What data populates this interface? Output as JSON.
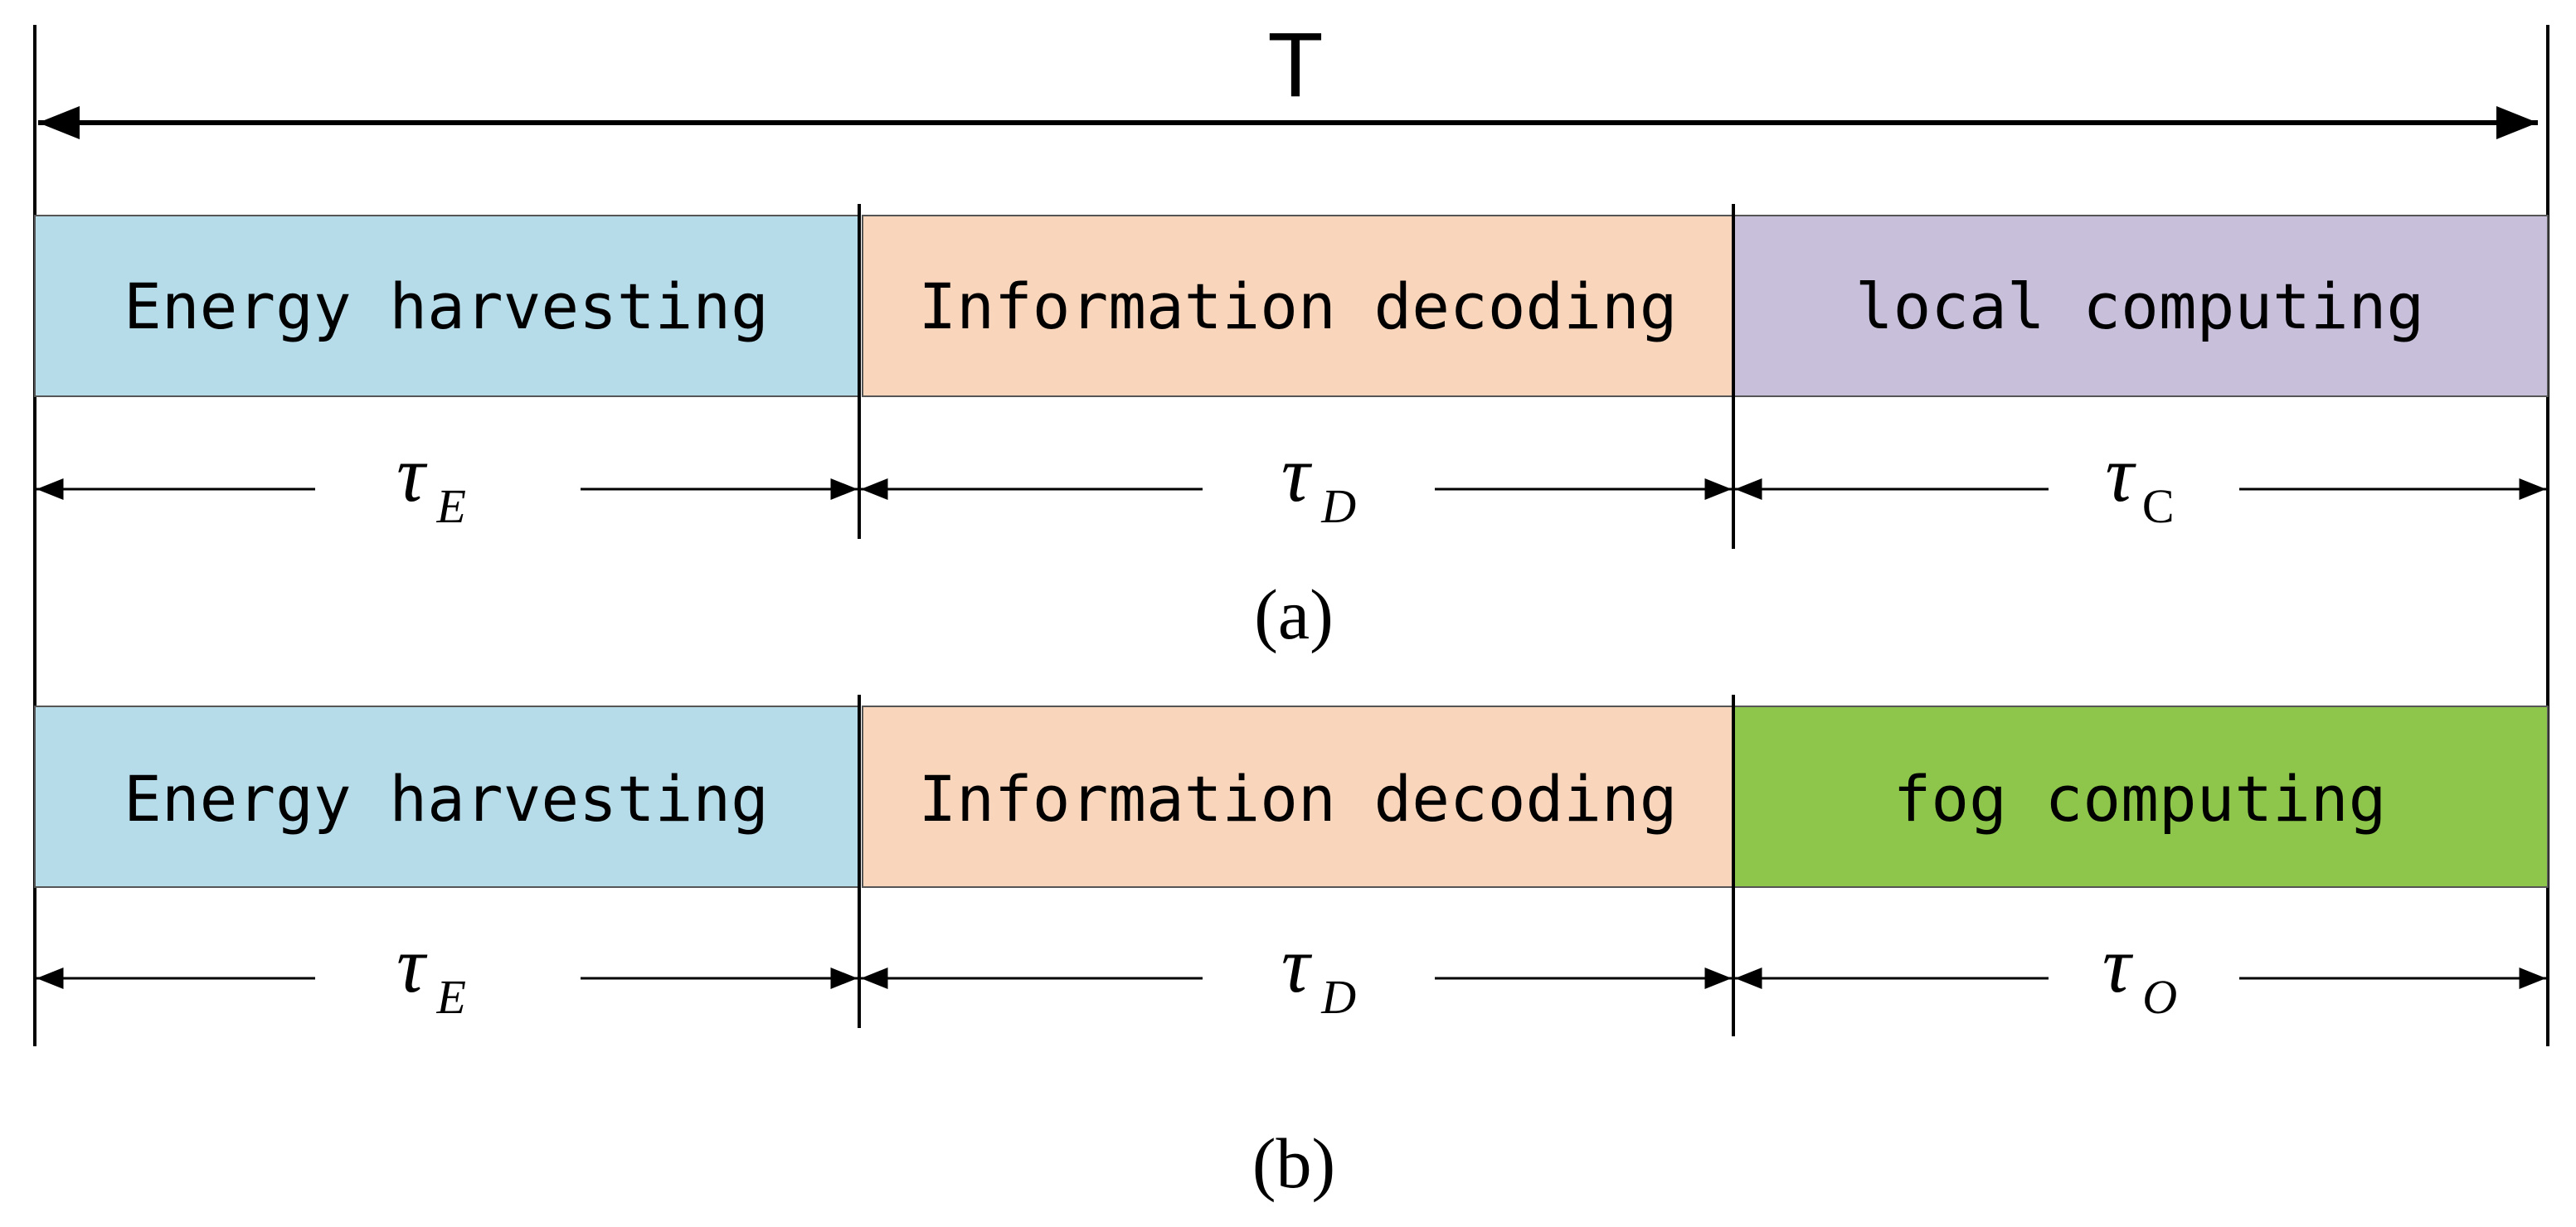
{
  "total_period": {
    "label": "T"
  },
  "diagrams": [
    {
      "caption": "(a)",
      "blocks": [
        {
          "label": "Energy harvesting",
          "color": "#b6dcea"
        },
        {
          "label": "Information decoding",
          "color": "#f9d5bc"
        },
        {
          "label": "local computing",
          "color": "#c8bfdb"
        }
      ],
      "durations": [
        {
          "symbol": "τ",
          "subscript": "E"
        },
        {
          "symbol": "τ",
          "subscript": "D"
        },
        {
          "symbol": "τ",
          "subscript": "C"
        }
      ]
    },
    {
      "caption": "(b)",
      "blocks": [
        {
          "label": "Energy harvesting",
          "color": "#b6dcea"
        },
        {
          "label": "Information decoding",
          "color": "#f9d5bc"
        },
        {
          "label": "fog computing",
          "color": "#8dc64b"
        }
      ],
      "durations": [
        {
          "symbol": "τ",
          "subscript": "E"
        },
        {
          "symbol": "τ",
          "subscript": "D"
        },
        {
          "symbol": "τ",
          "subscript": "O"
        }
      ]
    }
  ]
}
